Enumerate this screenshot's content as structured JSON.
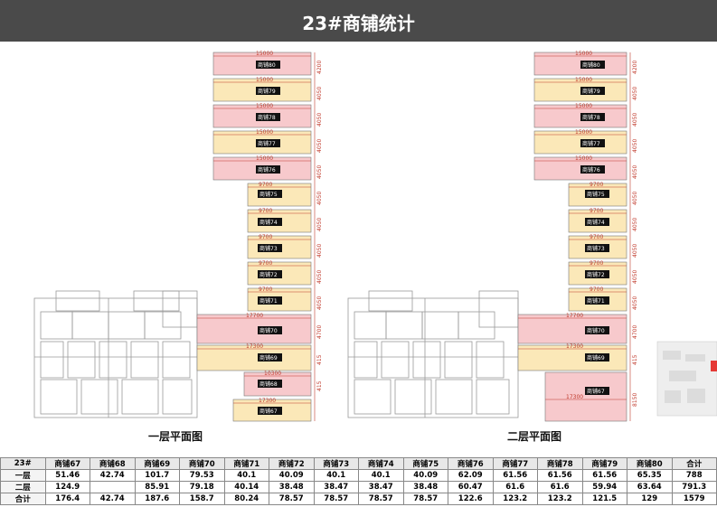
{
  "header": {
    "title": "23#商铺统计"
  },
  "plans": [
    {
      "caption": "一层平面图"
    },
    {
      "caption": "二层平面图"
    }
  ],
  "shop_labels": {
    "s80": "商铺80",
    "s79": "商铺79",
    "s78": "商铺78",
    "s77": "商铺77",
    "s76": "商铺76",
    "s75": "商铺75",
    "s74": "商铺74",
    "s73": "商铺73",
    "s72": "商铺72",
    "s71": "商铺71",
    "s70": "商铺70",
    "s69": "商铺69",
    "s68": "商铺68",
    "s67": "商铺67"
  },
  "dims": {
    "w15000": "15000",
    "w9700": "9700",
    "w17700": "17700",
    "w17300": "17300",
    "w10300": "10300",
    "h4200": "4200",
    "h4050": "4050",
    "h4700": "4700",
    "h415": "415",
    "h8150": "8150"
  },
  "table": {
    "headers": [
      "23#",
      "商铺67",
      "商铺68",
      "商铺69",
      "商铺70",
      "商铺71",
      "商铺72",
      "商铺73",
      "商铺74",
      "商铺75",
      "商铺76",
      "商铺77",
      "商铺78",
      "商铺79",
      "商铺80",
      "合计"
    ],
    "rows": [
      {
        "label": "一层",
        "cells": [
          "51.46",
          "42.74",
          "101.7",
          "79.53",
          "40.1",
          "40.09",
          "40.1",
          "40.1",
          "40.09",
          "62.09",
          "61.56",
          "61.56",
          "61.56",
          "65.35",
          "788"
        ]
      },
      {
        "label": "二层",
        "cells": [
          "124.9",
          "",
          "85.91",
          "79.18",
          "40.14",
          "38.48",
          "38.47",
          "38.47",
          "38.48",
          "60.47",
          "61.6",
          "61.6",
          "59.94",
          "63.64",
          "791.3"
        ]
      },
      {
        "label": "合计",
        "cells": [
          "176.4",
          "42.74",
          "187.6",
          "158.7",
          "80.24",
          "78.57",
          "78.57",
          "78.57",
          "78.57",
          "122.6",
          "123.2",
          "123.2",
          "121.5",
          "129",
          "1579"
        ]
      }
    ]
  },
  "colors": {
    "banner": "#4a4a4a",
    "shop_pink": "#f7c9cc",
    "shop_yellow": "#fbe8b8",
    "dimension": "#c0392b",
    "marker": "#e53935"
  }
}
